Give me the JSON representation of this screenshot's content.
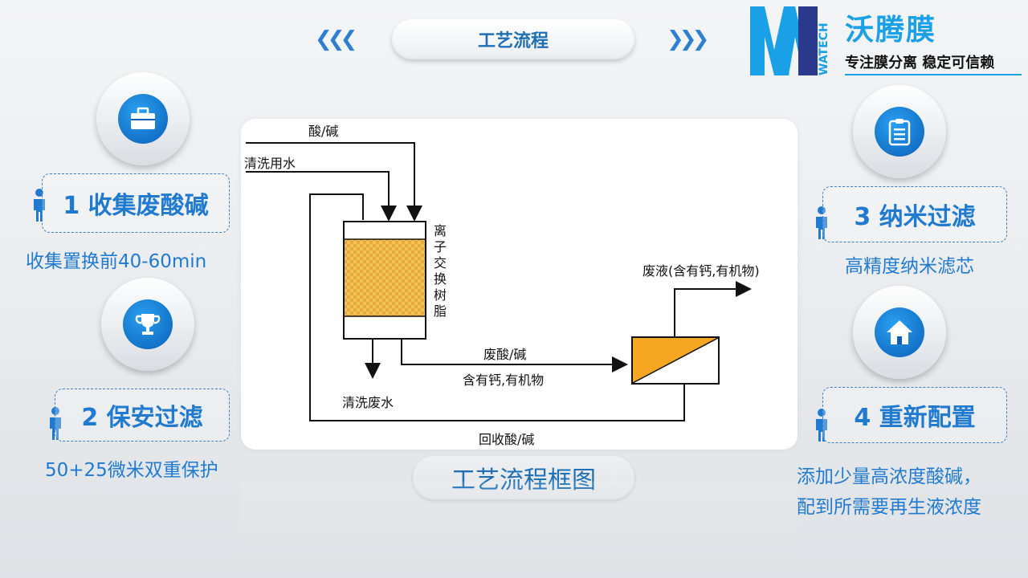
{
  "header": {
    "title": "工艺流程",
    "left_arrows_icon": "chevrons-left-icon",
    "right_arrows_icon": "chevrons-right-icon"
  },
  "brand": {
    "logo_text": "WATECH",
    "name": "沃腾膜",
    "slogan": "专注膜分离 稳定可信赖"
  },
  "steps": [
    {
      "title": "1 收集废酸碱",
      "desc": "收集置换前40-60min",
      "icon": "toolbox-icon"
    },
    {
      "title": "2 保安过滤",
      "desc": "50+25微米双重保护",
      "icon": "trophy-icon"
    },
    {
      "title": "3 纳米过滤",
      "desc": "高精度纳米滤芯",
      "icon": "clipboard-icon"
    },
    {
      "title": "4 重新配置",
      "desc": "添加少量高浓度酸碱，",
      "desc2": "配到所需要再生液浓度",
      "icon": "house-icon"
    }
  ],
  "diagram": {
    "acid_base": "酸/碱",
    "wash_water": "清洗用水",
    "resin_label": [
      "离",
      "子",
      "交",
      "换",
      "树",
      "脂"
    ],
    "waste_acid": "废酸/碱",
    "contains": "含有钙,有机物",
    "wash_waste": "清洗废水",
    "waste_liquid": "废液(含有钙,有机物)",
    "recycle": "回收酸/碱"
  },
  "caption": "工艺流程框图",
  "colors": {
    "accent_blue": "#1f7ad0",
    "brand_cyan": "#1aa0e6",
    "resin_fill": "#f2c25a",
    "filter_orange": "#f5a623"
  }
}
